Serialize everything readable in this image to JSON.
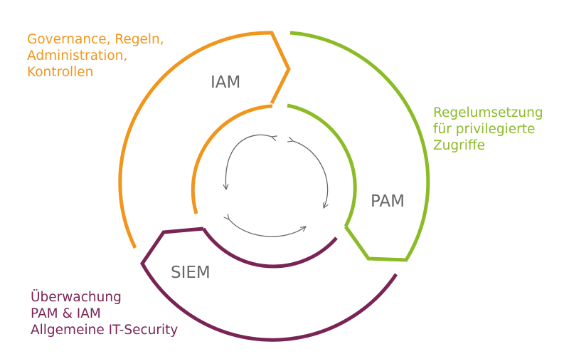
{
  "colors": {
    "iam": "#f0961e",
    "pam": "#8cbb28",
    "siem": "#7a2456",
    "cycle_arrows": "#666666",
    "segment_text": "#666666"
  },
  "segments": {
    "iam": "IAM",
    "pam": "PAM",
    "siem": "SIEM"
  },
  "annotations": {
    "iam": [
      "Governance, Regeln,",
      "Administration,",
      "Kontrollen"
    ],
    "pam": [
      "Regelumsetzung",
      "für privilegierte",
      "Zugriffe"
    ],
    "siem": [
      "Überwachung",
      "PAM & IAM",
      "Allgemeine IT-Security"
    ]
  }
}
